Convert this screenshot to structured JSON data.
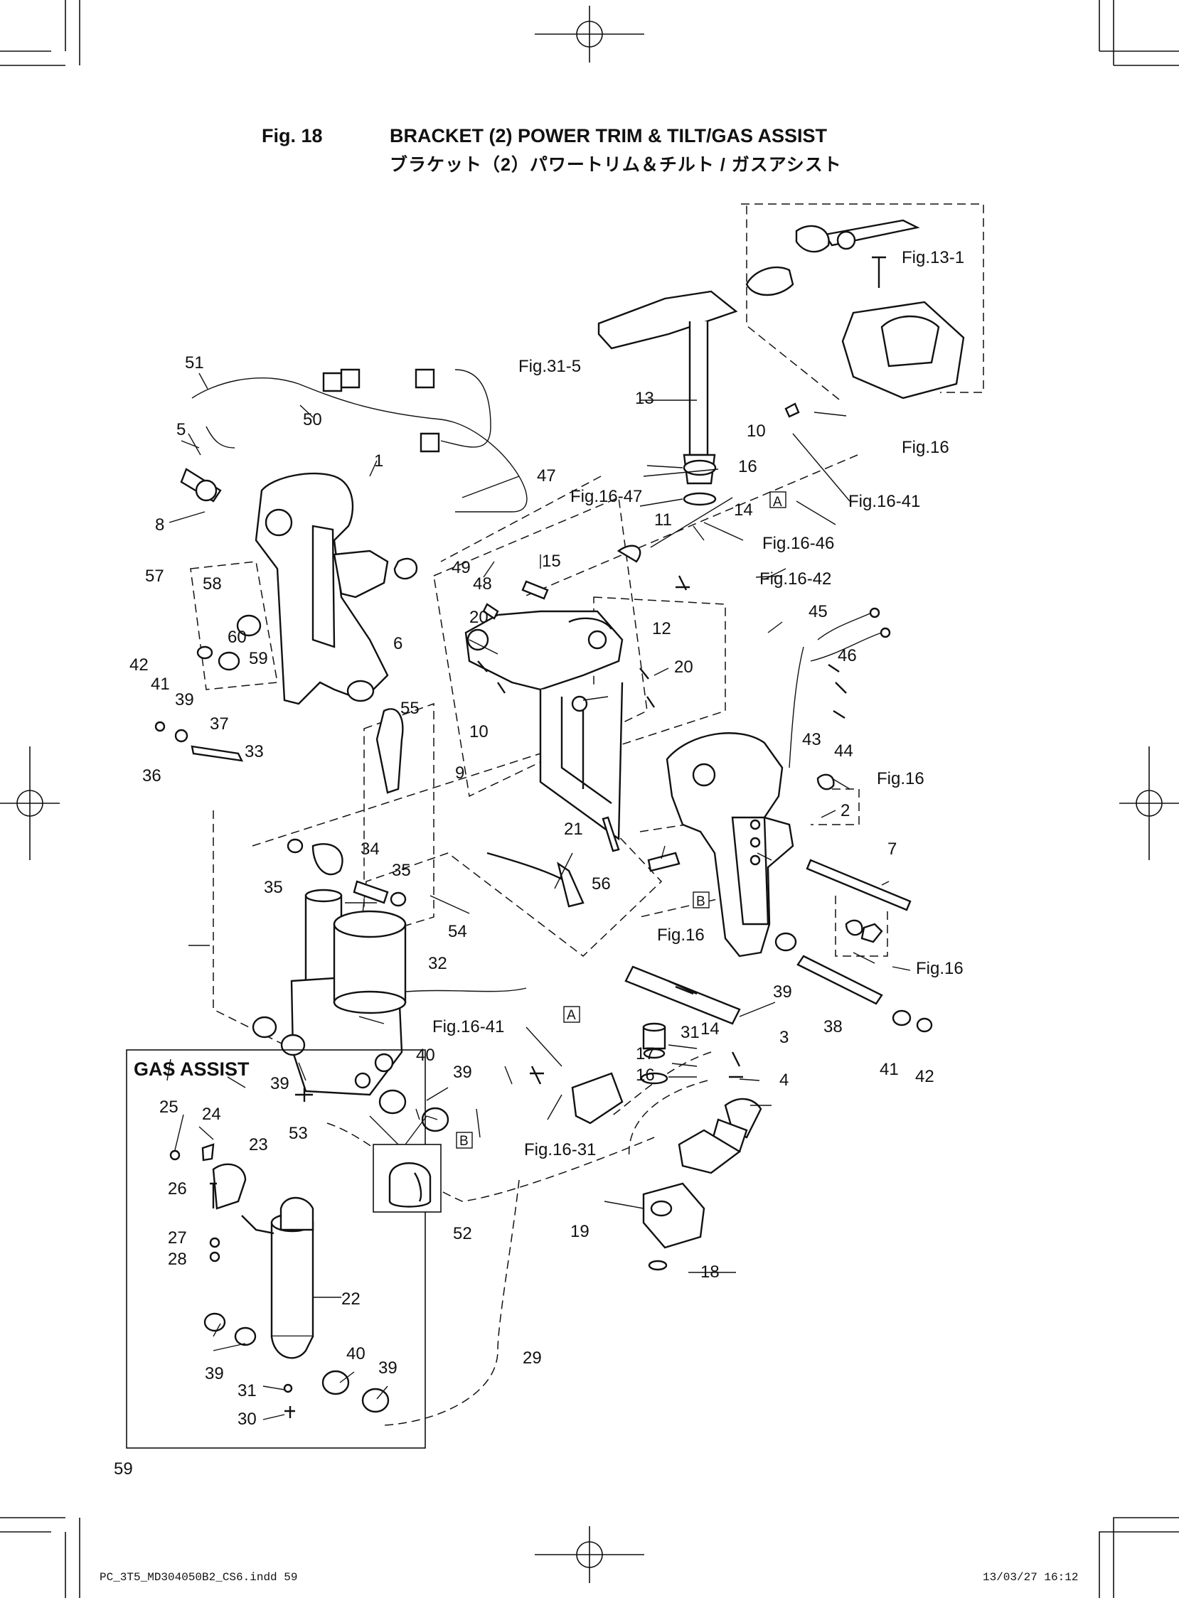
{
  "header": {
    "fig_number": "Fig. 18",
    "title_en": "BRACKET (2) POWER TRIM & TILT/GAS ASSIST",
    "title_ja": "ブラケット（2）パワートリム＆チルト / ガスアシスト"
  },
  "inset": {
    "title": "GAS ASSIST"
  },
  "refs": {
    "fig_13_1": "Fig.13-1",
    "fig_16": "Fig.16",
    "fig_31_5": "Fig.31-5",
    "fig_16_41": "Fig.16-41",
    "fig_16_42": "Fig.16-42",
    "fig_16_46": "Fig.16-46",
    "fig_16_47": "Fig.16-47",
    "fig_16_31": "Fig.16-31"
  },
  "markers": {
    "a": "A",
    "b": "B"
  },
  "parts": {
    "p1": "1",
    "p2": "2",
    "p3": "3",
    "p4": "4",
    "p5": "5",
    "p6": "6",
    "p7": "7",
    "p8": "8",
    "p9": "9",
    "p10": "10",
    "p11": "11",
    "p12": "12",
    "p13": "13",
    "p14": "14",
    "p15": "15",
    "p16": "16",
    "p17": "17",
    "p18": "18",
    "p19": "19",
    "p20": "20",
    "p21": "21",
    "p22": "22",
    "p23": "23",
    "p24": "24",
    "p25": "25",
    "p26": "26",
    "p27": "27",
    "p28": "28",
    "p29": "29",
    "p30": "30",
    "p31": "31",
    "p32": "32",
    "p33": "33",
    "p34": "34",
    "p35": "35",
    "p36": "36",
    "p37": "37",
    "p38": "38",
    "p39": "39",
    "p40": "40",
    "p41": "41",
    "p42": "42",
    "p43": "43",
    "p44": "44",
    "p45": "45",
    "p46": "46",
    "p47": "47",
    "p48": "48",
    "p49": "49",
    "p50": "50",
    "p51": "51",
    "p52": "52",
    "p53": "53",
    "p54": "54",
    "p55": "55",
    "p56": "56",
    "p57": "57",
    "p58": "58",
    "p59": "59",
    "p60": "60"
  },
  "page_number": "59",
  "footer": {
    "file": "PC_3T5_MD304050B2_CS6.indd   59",
    "stamp": "13/03/27   16:12"
  }
}
